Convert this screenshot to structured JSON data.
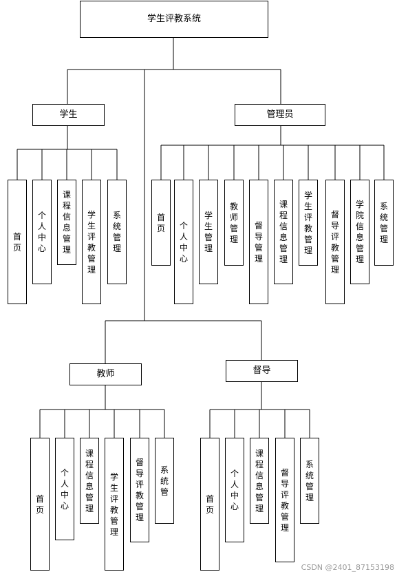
{
  "diagram": {
    "root": "学生评教系统",
    "student": {
      "label": "学生",
      "children": [
        "首页",
        "个人中心",
        "课程信息管理",
        "学生评教管理",
        "系统管理"
      ]
    },
    "admin": {
      "label": "管理员",
      "children": [
        "首页",
        "个人中心",
        "学生管理",
        "教师管理",
        "督导管理",
        "课程信息管理",
        "学生评教管理",
        "督导评教管理",
        "学院信息管理",
        "系统管理"
      ]
    },
    "teacher": {
      "label": "教师",
      "children": [
        "首页",
        "个人中心",
        "课程信息管理",
        "学生评教管理",
        "督导评教管理",
        "系统管"
      ]
    },
    "supervisor": {
      "label": "督导",
      "children": [
        "首页",
        "个人中心",
        "课程信息管理",
        "督导评教管理",
        "系统管理"
      ]
    }
  },
  "watermark": "CSDN @2401_87153198"
}
